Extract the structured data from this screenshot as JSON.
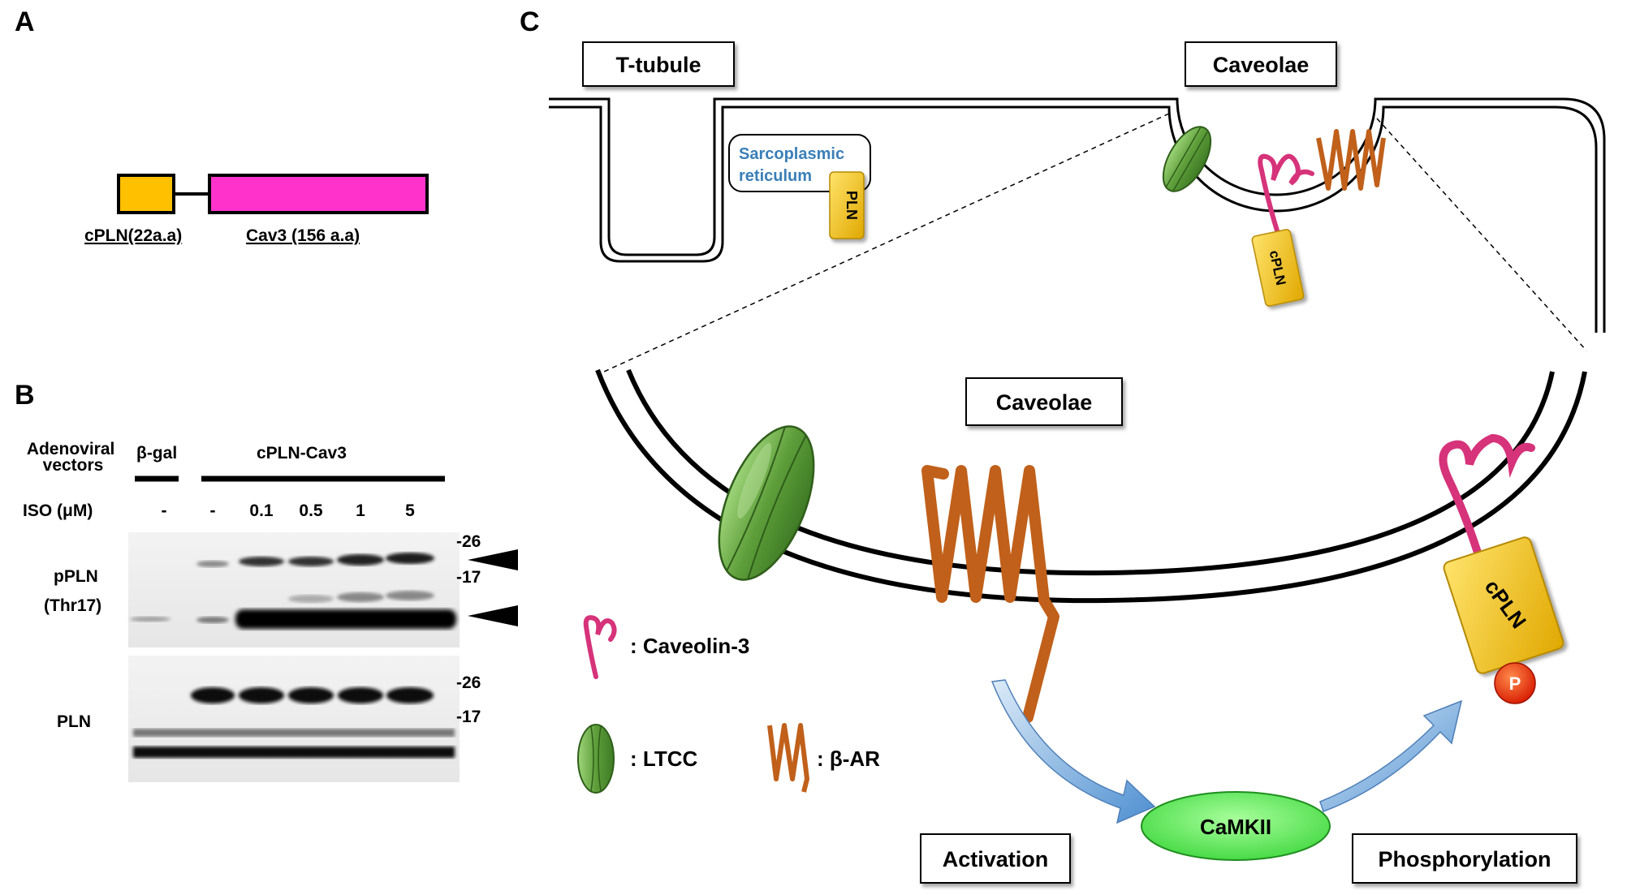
{
  "panels": {
    "a": "A",
    "b": "B",
    "c": "C"
  },
  "panel_a": {
    "cpln_label": "cPLN(22a.a)",
    "cav3_label": "Cav3 (156 a.a)",
    "colors": {
      "cpln": "#FFC000",
      "cav3": "#FF33CC"
    }
  },
  "panel_b": {
    "adenoviral_label": "Adenoviral vectors",
    "bgal": "β-gal",
    "cpln_cav3": "cPLN-Cav3",
    "iso_label": "ISO (μM)",
    "iso_values": [
      "-",
      "-",
      "0.1",
      "0.5",
      "1",
      "5"
    ],
    "pPLN_label": "pPLN",
    "thr_label": "(Thr17)",
    "pln_label": "PLN",
    "markers_top": [
      "-26",
      "-17"
    ],
    "markers_bottom": [
      "-26",
      "-17"
    ]
  },
  "panel_c": {
    "ttubule": "T-tubule",
    "caveolae_top": "Caveolae",
    "sr_line1": "Sarcoplasmic",
    "sr_line2": "reticulum",
    "pln_small": "PLN",
    "cpln_small": "cPLN",
    "caveolae_mid": "Caveolae",
    "legend_cav3": ": Caveolin-3",
    "legend_ltcc": ": LTCC",
    "legend_bar": ": β-AR",
    "cpln_big": "cPLN",
    "p": "P",
    "camkii": "CaMKII",
    "activation": "Activation",
    "phosphorylation": "Phosphorylation",
    "colors": {
      "ltcc": "#6FAE47",
      "bar": "#C0601A",
      "cav3": "#D6337A",
      "cpln": "#F5C400",
      "camkii": "#7CF27C",
      "arrow": "#6FA8DC",
      "sr_text": "#3A7FB8"
    }
  }
}
